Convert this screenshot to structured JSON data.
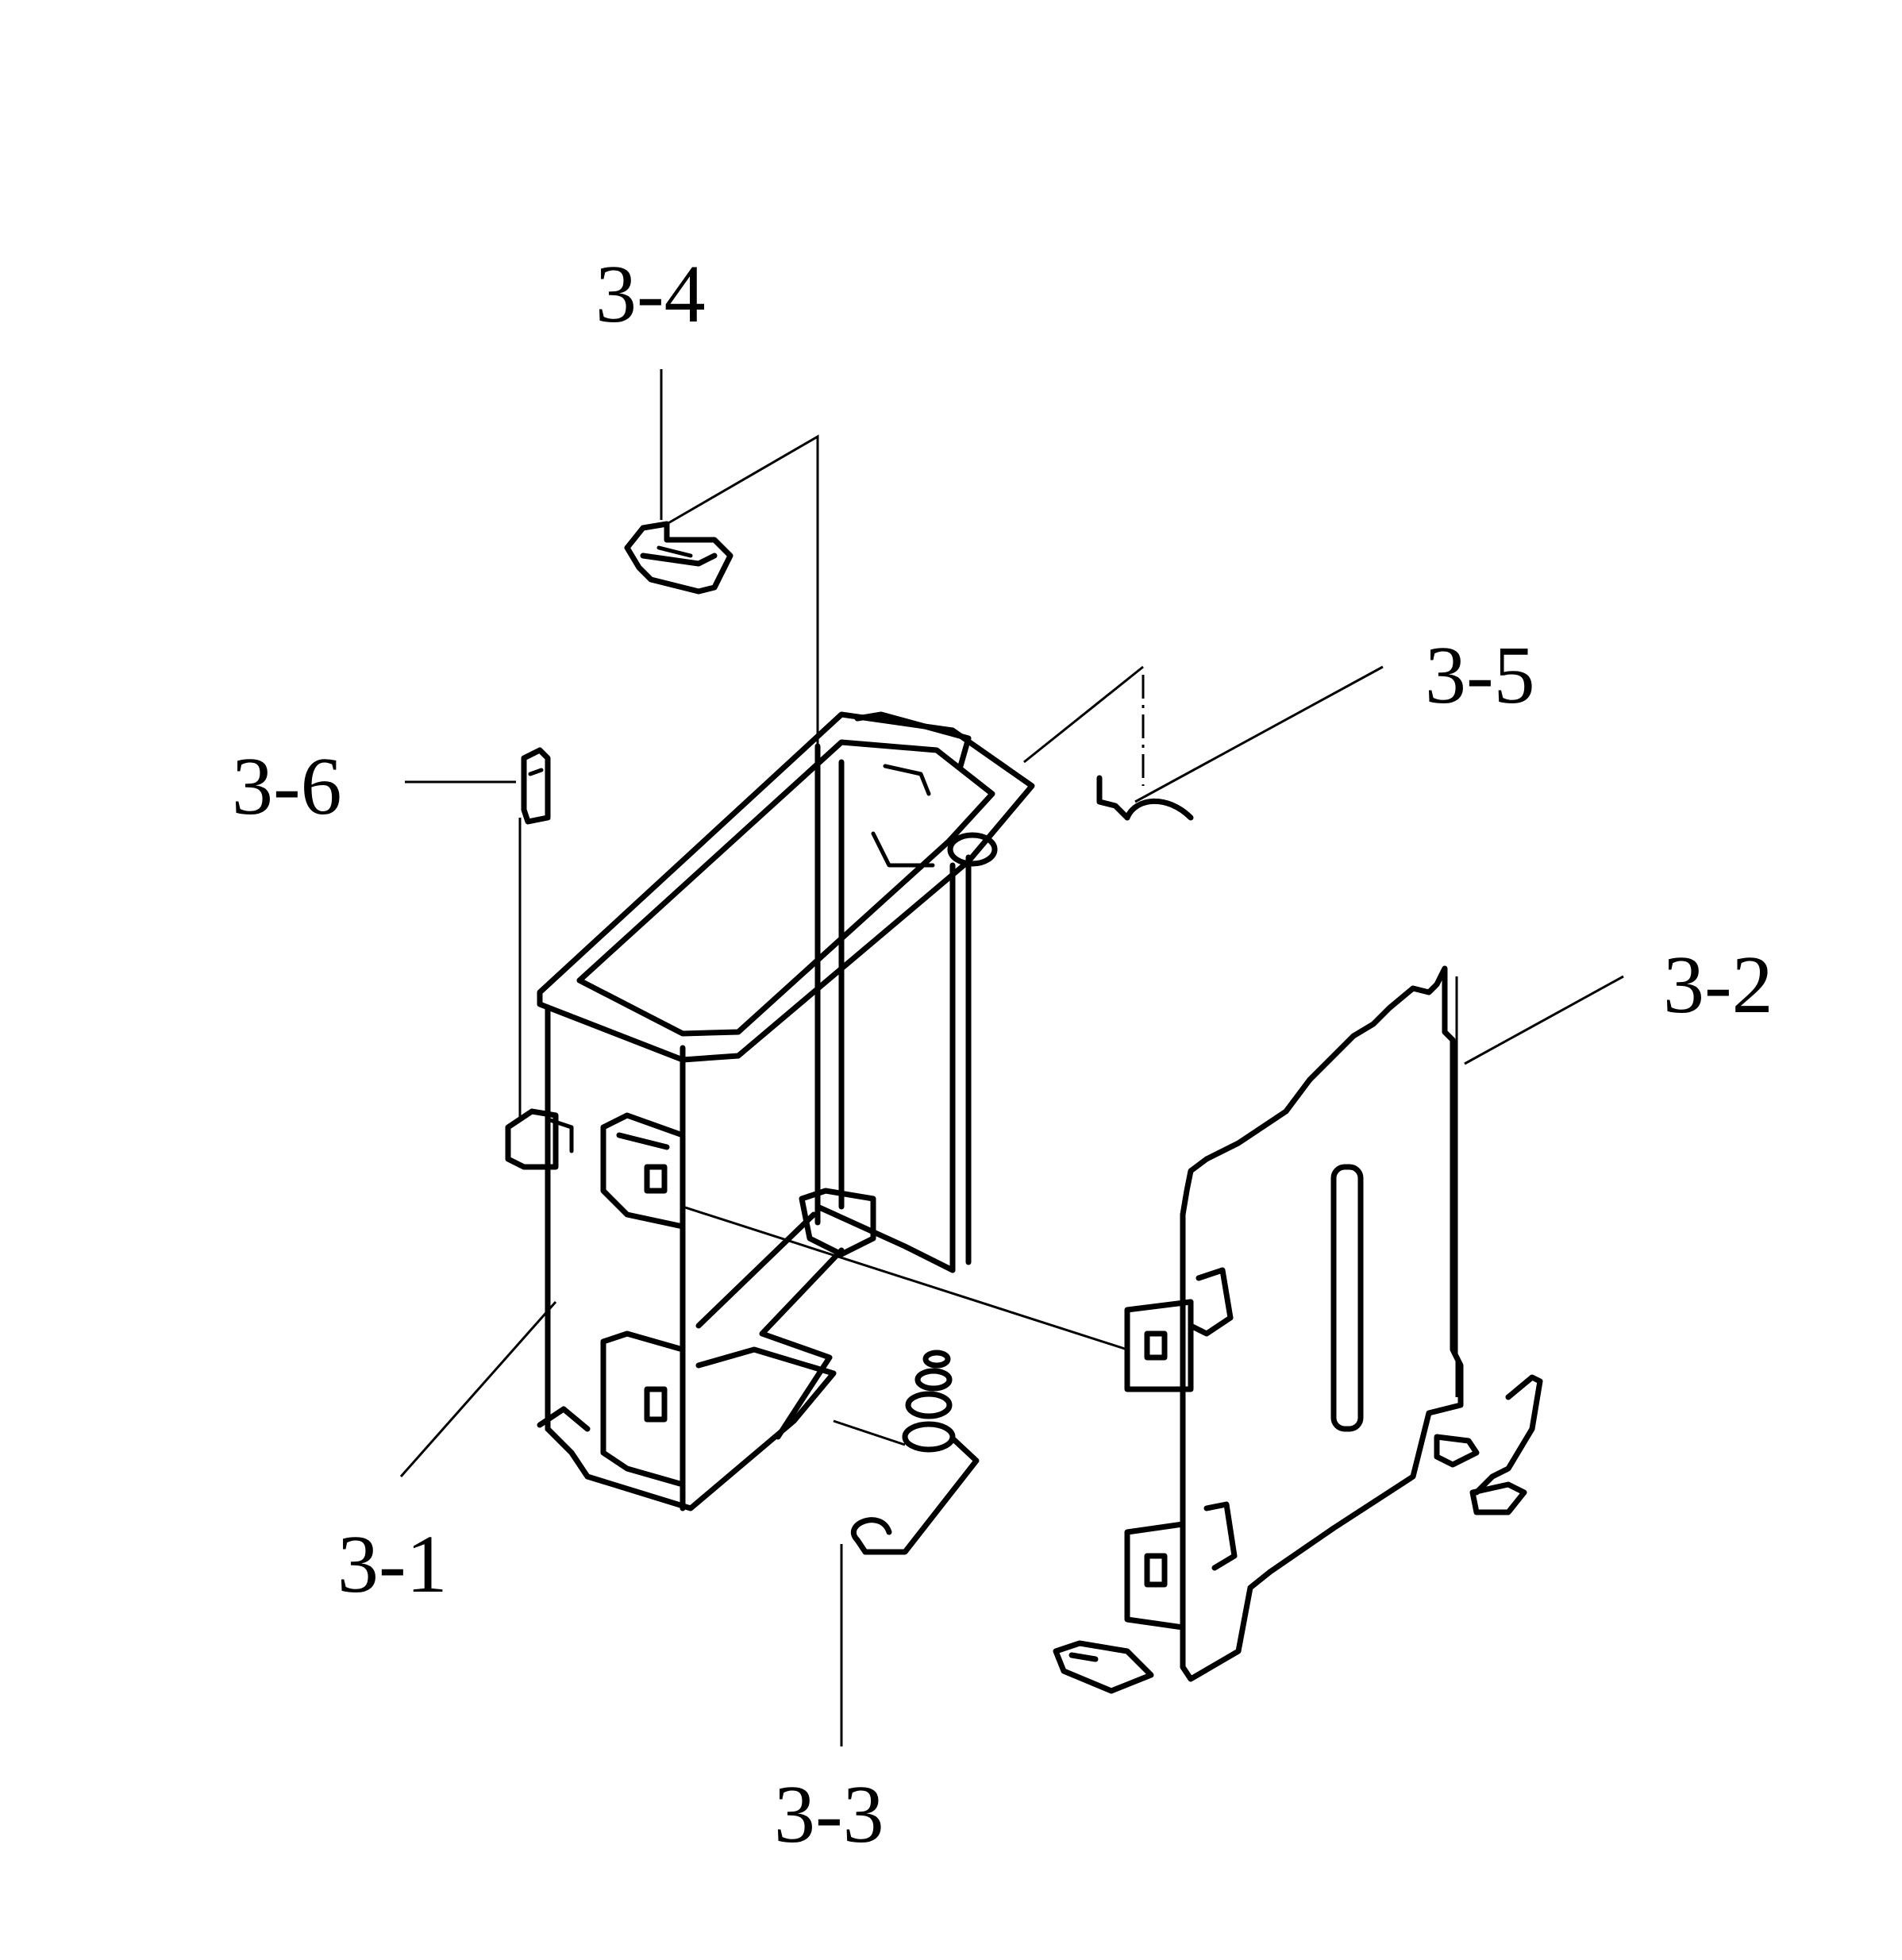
{
  "diagram": {
    "parts": [
      {
        "id": "3-1",
        "label": "3-1",
        "icon": "main-frame-bracket"
      },
      {
        "id": "3-2",
        "label": "3-2",
        "icon": "side-plate"
      },
      {
        "id": "3-3",
        "label": "3-3",
        "icon": "coil-spring"
      },
      {
        "id": "3-4",
        "label": "3-4",
        "icon": "top-clip"
      },
      {
        "id": "3-5",
        "label": "3-5",
        "icon": "small-hook"
      },
      {
        "id": "3-6",
        "label": "3-6",
        "icon": "side-tab"
      }
    ]
  }
}
